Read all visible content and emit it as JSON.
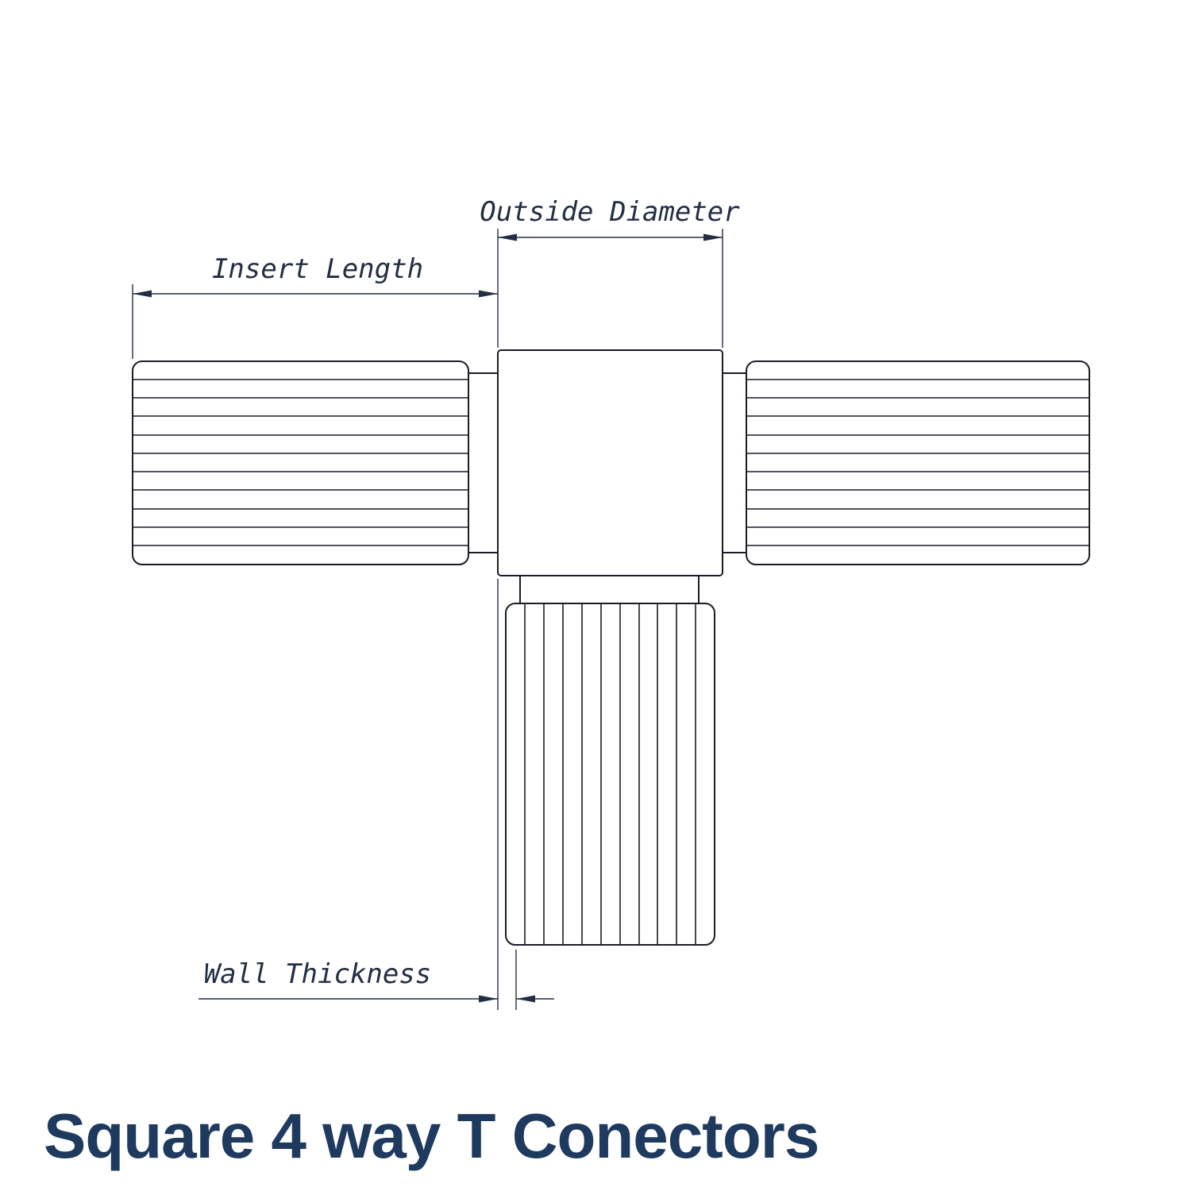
{
  "title": "Square 4 way T Conectors",
  "diagram": {
    "type": "technical-drawing",
    "part": "square-4-way-t-connector",
    "labels": {
      "outside_diameter": "Outside Diameter",
      "insert_length": "Insert Length",
      "wall_thickness": "Wall Thickness"
    }
  },
  "colors": {
    "background": "#ffffff",
    "line": "#1a1c26",
    "dimension": "#232e44",
    "title": "#1f3a5f"
  }
}
